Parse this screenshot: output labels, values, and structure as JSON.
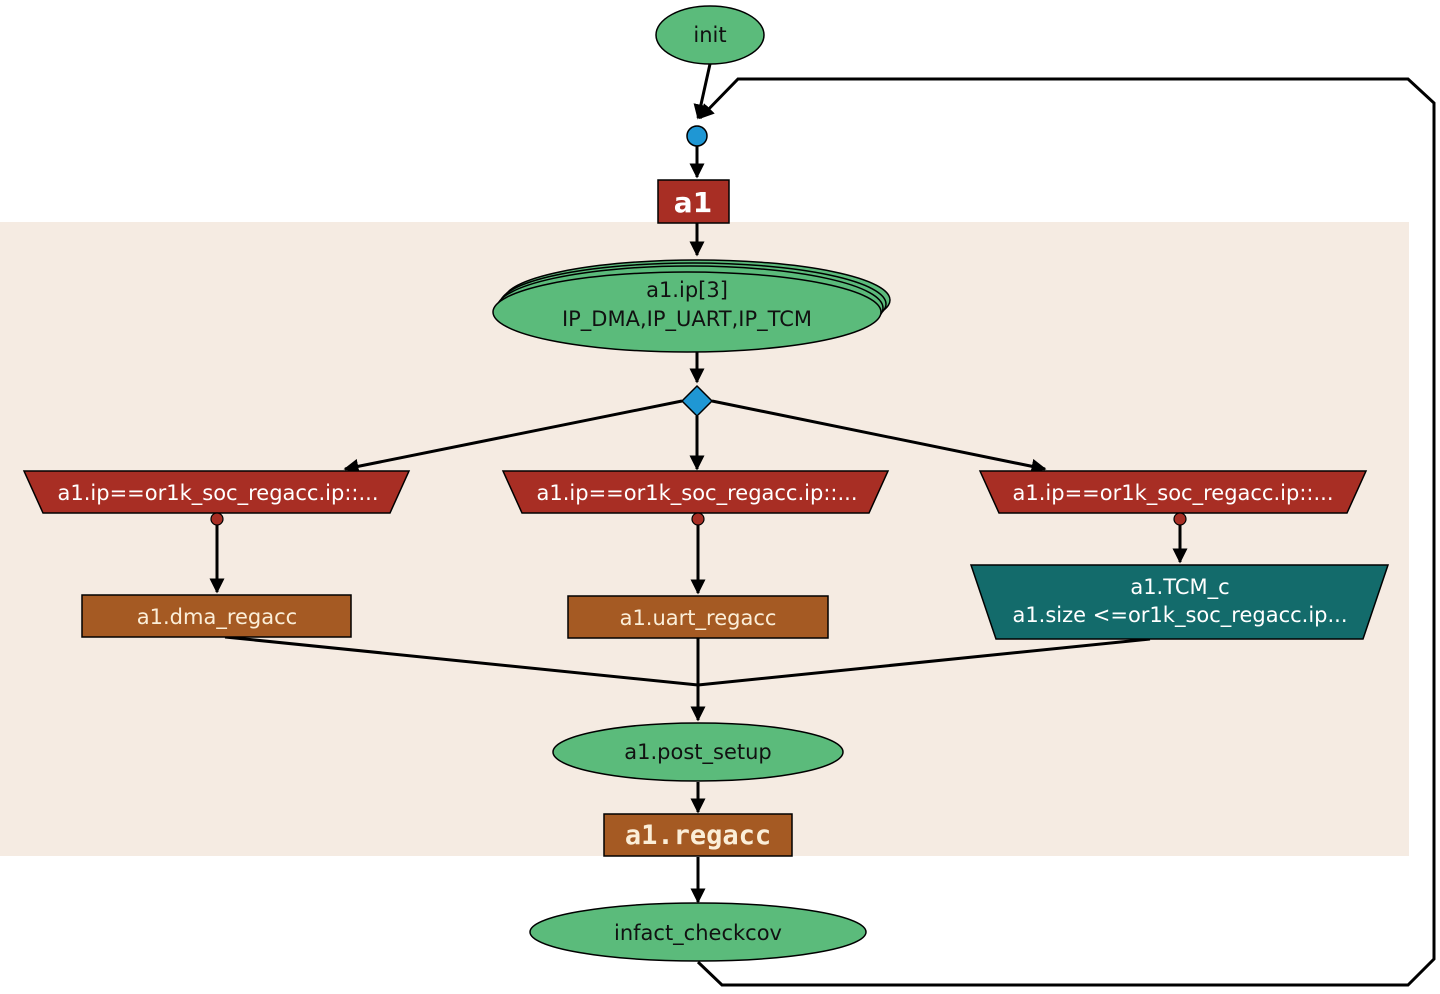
{
  "diagram": {
    "colors": {
      "region": "#f5ebe2",
      "ellipse": "#5bbb7b",
      "red": "#a82e24",
      "brown": "#a55a23",
      "teal": "#136b6b",
      "blue": "#1f97d4",
      "edge": "#000000"
    },
    "nodes": {
      "init": "init",
      "a1": "a1",
      "ip_line1": "a1.ip[3]",
      "ip_line2": "IP_DMA,IP_UART,IP_TCM",
      "cond_left": "a1.ip==or1k_soc_regacc.ip::...",
      "cond_mid": "a1.ip==or1k_soc_regacc.ip::...",
      "cond_right": "a1.ip==or1k_soc_regacc.ip::...",
      "dma": "a1.dma_regacc",
      "uart": "a1.uart_regacc",
      "tcm_line1": "a1.TCM_c",
      "tcm_line2": "a1.size <=or1k_soc_regacc.ip...",
      "post_setup": "a1.post_setup",
      "regacc": "a1.regacc",
      "checkcov": "infact_checkcov"
    }
  }
}
